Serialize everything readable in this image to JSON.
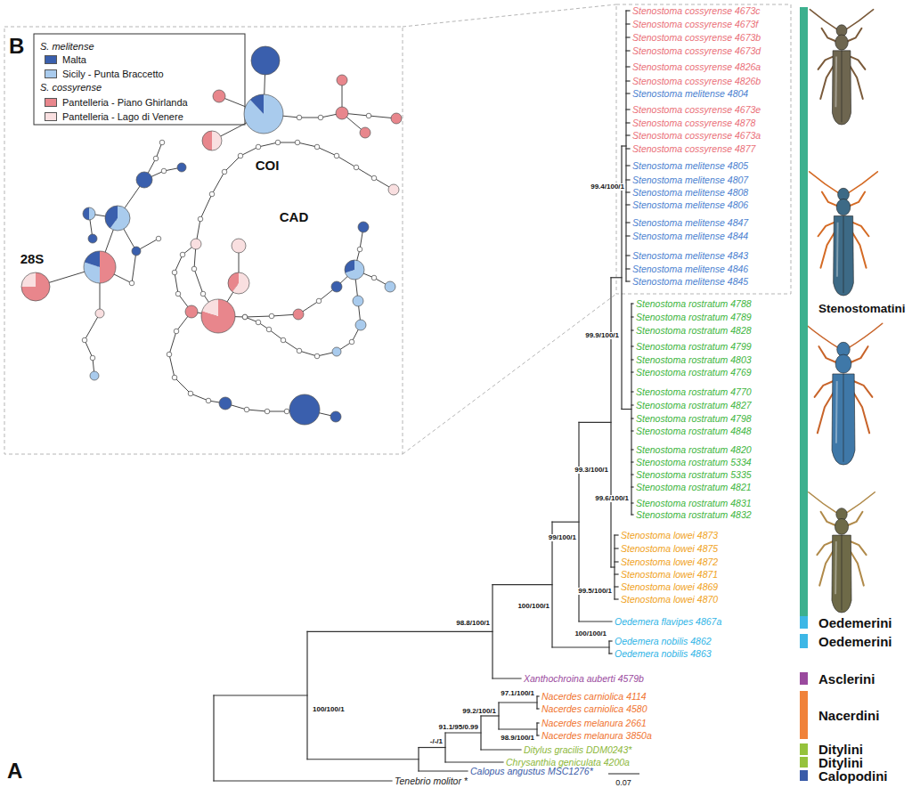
{
  "diagram": {
    "nodes": [
      {
        "text": [
          "Stenostomatini"
        ]
      },
      {
        "text": [
          "Oedemerini"
        ]
      },
      {
        "text": [
          "Oedemerini"
        ]
      },
      {
        "text": [
          "Asclerini"
        ]
      },
      {
        "text": [
          "Nacerdini"
        ]
      },
      {
        "text": [
          "Ditylini"
        ]
      },
      {
        "text": [
          "Ditylini"
        ]
      },
      {
        "text": [
          "Calopodini"
        ]
      }
    ],
    "labels": [
      "B",
      "S. melitense",
      "S. cossyrense",
      "COI",
      "28S",
      "CAD",
      "Stenostoma cossyrense 4673c",
      "Stenostoma cossyrense 4673f",
      "Stenostoma cossyrense 4673b",
      "Stenostoma cossyrense 4673d",
      "Stenostoma cossyrense 4826a",
      "Stenostoma cossyrense 4826b",
      "Stenostoma melitense 4804",
      "Stenostoma cossyrense 4673e",
      "Stenostoma cossyrense 4878",
      "Stenostoma cossyrense 4673a",
      "Stenostoma cossyrense 4877",
      "Stenostoma melitense 4805",
      "Stenostoma melitense 4807",
      "Stenostoma melitense 4808",
      "Stenostoma melitense 4806",
      "Stenostoma melitense 4847",
      "Stenostoma melitense 4844",
      "Stenostoma melitense 4843",
      "Stenostoma melitense 4846",
      "Stenostoma melitense 4845",
      "Stenostoma rostratum 4788",
      "Stenostoma rostratum 4789",
      "Stenostoma rostratum 4828",
      "Stenostoma rostratum 4799",
      "Stenostoma rostratum 4803",
      "Stenostoma rostratum 4769",
      "Stenostoma rostratum 4770",
      "Stenostoma rostratum 4827",
      "Stenostoma rostratum 4798",
      "Stenostoma rostratum 4848",
      "Stenostoma rostratum 4820",
      "Stenostoma rostratum 5334",
      "Stenostoma rostratum 5335",
      "Stenostoma rostratum 4821",
      "Stenostoma rostratum 4831",
      "Stenostoma rostratum 4832",
      "Stenostoma lowei 4873",
      "Stenostoma lowei 4875",
      "Stenostoma lowei 4872",
      "Stenostoma lowei 4871",
      "Stenostoma lowei 4869",
      "Stenostoma lowei 4870",
      "Oedemera flavipes 4867a",
      "Oedemera nobilis 4862",
      "Oedemera nobilis 4863",
      "Xanthochroina auberti 4579b",
      "Nacerdes carniolica 4114",
      "Nacerdes carniolica 4580",
      "Nacerdes melanura 2661",
      "Nacerdes melanura 3850a",
      "Ditylus gracilis DDM0243*",
      "Chrysanthia geniculata 4200a",
      "Calopus angustus MSC1276*",
      "Tenebrio molitor *",
      "99.4/100/1",
      "99.9/100/1",
      "99.6/100/1",
      "99.3/100/1",
      "99.5/100/1",
      "99/100/1",
      "100/100/1",
      "100/100/1",
      "98.8/100/1",
      "100/100/1",
      "97.1/100/1",
      "99.2/100/1",
      "98.9/100/1",
      "91.1/95/0.99",
      "-/-/1",
      "0.07",
      "A"
    ],
    "legend": [
      {
        "text": "Malta",
        "color": "#3a5fad"
      },
      {
        "text": "Sicily - Punta Braccetto",
        "color": "#a9cbed"
      },
      {
        "text": "Pantelleria - Piano Ghirlanda",
        "color": "#e8868c"
      },
      {
        "text": "Pantelleria - Lago di Venere",
        "color": "#f9dfe0"
      }
    ]
  }
}
